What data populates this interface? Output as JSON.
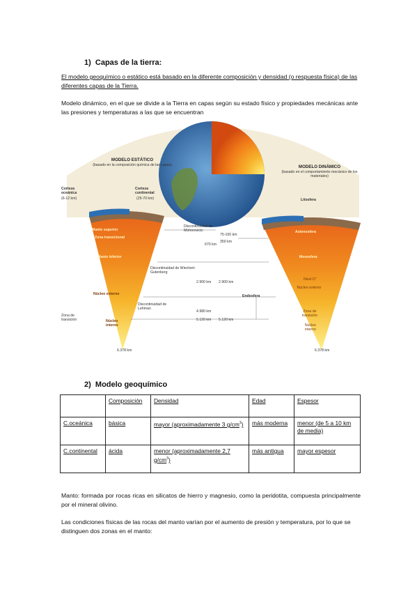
{
  "heading_1": {
    "number": "1)",
    "title": "Capas de la tierra:"
  },
  "paragraph_static": "El modelo geoquímico o estático está basado en la diferente composición y densidad (o respuesta física) de las diferentes capas de la Tierra.",
  "paragraph_dynamic": "Modelo dinámico, en el que se divide a la Tierra en capas según su estado físico y propiedades mecánicas ante las presiones y temperaturas a las que se encuentran",
  "figure": {
    "static_title": "MODELO ESTÁTICO",
    "static_subtitle": "(basado en la composición química de las capas)",
    "dynamic_title": "MODELO DINÁMICO",
    "dynamic_subtitle": "(basado en el comportamiento mecánico de los materiales)",
    "static_layers": {
      "corteza_oceanica": "Corteza oceánica",
      "corteza_oceanica_km": "(6-12 km)",
      "corteza_continental": "Corteza continental",
      "corteza_continental_km": "(25-70 km)",
      "manto_superior": "Manto superior",
      "zona_transicional": "Zona transicional",
      "manto_inferior": "Manto inferior",
      "nucleo_externo": "Núcleo externo",
      "nucleo_interno": "Núcleo interno",
      "zona_transicion_left": "Zona de transición",
      "depth_center": "6.378 km"
    },
    "dynamic_layers": {
      "litosfera": "Litosfera",
      "astenosfera": "Astenosfera",
      "mesosfera": "Mesosfera",
      "nivel_d": "Nivel D\"",
      "nucleo_externo": "Núcleo externo",
      "zona_transicion": "Zona de transición",
      "nucleo_interno": "Núcleo interno",
      "endosfera": "Endosfera",
      "depth_center": "6.378 km"
    },
    "discontinuities": {
      "mohorovicic": "Discontinuidad de Mohorovicic",
      "wiechert": "Discontinuidad de Wiechert-Gutenberg",
      "lehman": "Discontinuidad de Lehman"
    },
    "depths": {
      "d_75_100": "75-100 km",
      "d_350": "350 km",
      "d_670": "670 km",
      "d_2900_left": "2.900 km",
      "d_2900_right": "2.900 km",
      "d_4980": "4.980 km",
      "d_5120_left": "5.120 km",
      "d_5120_right": "5.120 km"
    }
  },
  "heading_2": {
    "number": "2)",
    "title": "Modelo geoquímico"
  },
  "table": {
    "headers": [
      "",
      "Composición",
      "Densidad",
      "Edad",
      "Espesor"
    ],
    "rows": [
      {
        "name": "C.oceánica",
        "composicion": "básica",
        "densidad": "mayor (aproximadamente 3 g/cm",
        "densidad_sup": "3",
        "densidad_end": ")",
        "edad": "más moderna",
        "espesor": "menor (de 5 a 10 km de media)"
      },
      {
        "name": "C.continental",
        "composicion": "ácida",
        "densidad": "menor (aproximadamente 2,7 g/cm",
        "densidad_sup": "3",
        "densidad_end": ")",
        "edad": "más antigua",
        "espesor": "mayor espesor"
      }
    ]
  },
  "paragraph_manto": "Manto: formada por rocas ricas en silicatos de hierro y magnesio, como la peridotita, compuesta principalmente por el mineral olivino.",
  "paragraph_condiciones": "Las condiciones físicas de las rocas del manto varían por el aumento de presión y temperatura, por lo que se distinguen dos zonas en el manto:",
  "colors": {
    "crust": "#8a6a4a",
    "mantle_upper": "#f08a1c",
    "mantle_lower": "#f5a623",
    "core_outer": "#f7c531",
    "core_inner": "#fde56b",
    "ocean": "#2d6fb3",
    "arc": "#f3ecd9"
  }
}
